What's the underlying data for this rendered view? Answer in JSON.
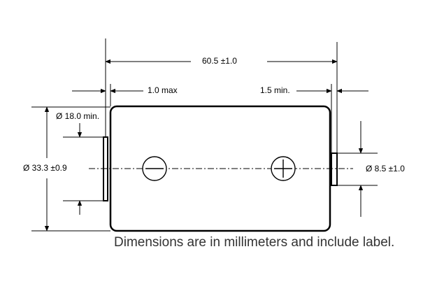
{
  "drawing": {
    "length_label": "60.5 ±1.0",
    "neg_terminal_offset_label": "1.0 max",
    "pos_terminal_height_label": "1.5 min.",
    "neg_terminal_diameter_label": "Ø 18.0 min.",
    "body_diameter_label": "Ø  33.3 ±0.9",
    "pos_terminal_diameter_label": "Ø 8.5  ±1.0",
    "negative_symbol": "−",
    "positive_symbol": "+",
    "note": "Dimensions are in millimeters and include label."
  }
}
